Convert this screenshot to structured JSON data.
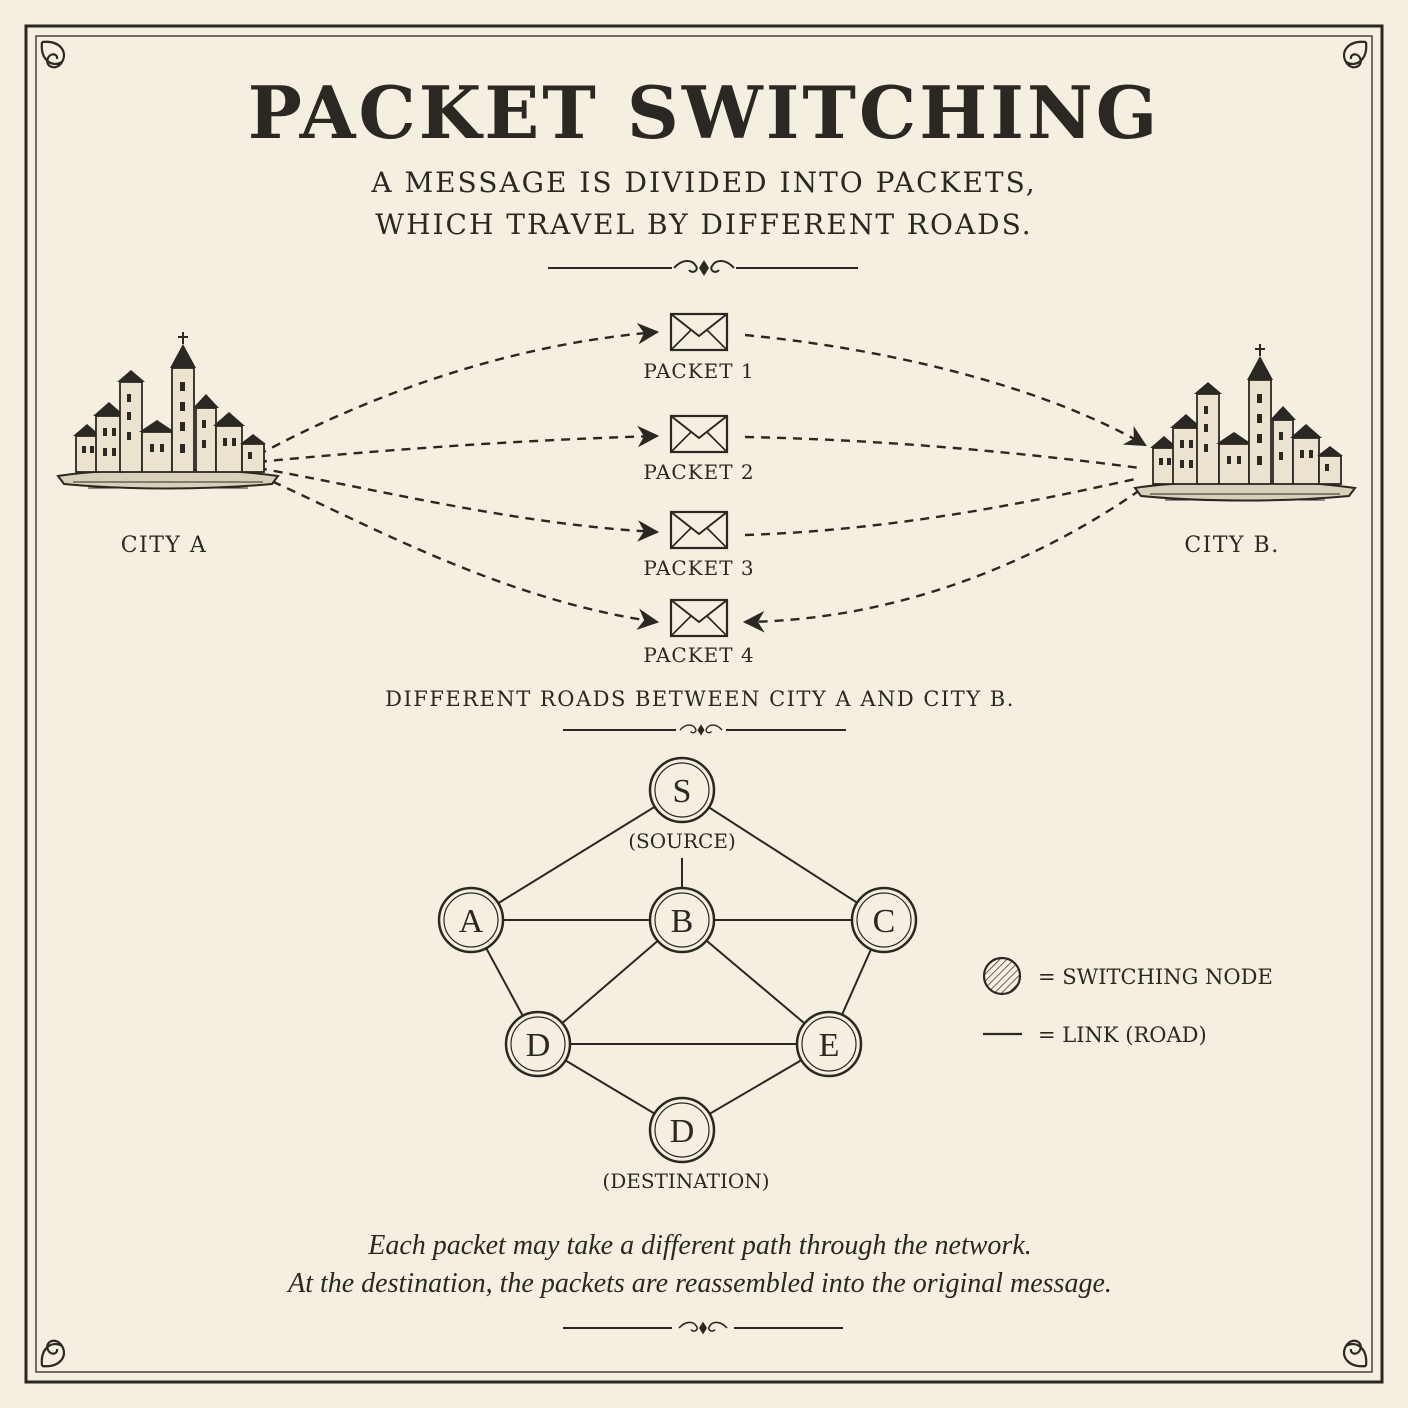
{
  "title": "PACKET SWITCHING",
  "subtitle_lines": [
    "A MESSAGE IS DIVIDED INTO PACKETS,",
    "WHICH TRAVEL BY DIFFERENT ROADS."
  ],
  "cities": {
    "a": "CITY A",
    "b": "CITY B."
  },
  "packets": [
    "PACKET 1",
    "PACKET 2",
    "PACKET 3",
    "PACKET 4"
  ],
  "roads_caption": "DIFFERENT ROADS BETWEEN CITY A AND CITY B.",
  "network": {
    "nodes": {
      "s": "S",
      "a": "A",
      "b": "B",
      "c": "C",
      "d_left": "D",
      "e": "E",
      "d_bottom": "D"
    },
    "source_label": "(SOURCE)",
    "destination_label": "(DESTINATION)",
    "links": [
      [
        "S",
        "A"
      ],
      [
        "S",
        "B"
      ],
      [
        "S",
        "C"
      ],
      [
        "A",
        "B"
      ],
      [
        "B",
        "C"
      ],
      [
        "A",
        "D"
      ],
      [
        "B",
        "D"
      ],
      [
        "B",
        "E"
      ],
      [
        "C",
        "E"
      ],
      [
        "D",
        "E"
      ],
      [
        "D",
        "D"
      ],
      [
        "E",
        "D"
      ]
    ]
  },
  "legend": {
    "node": "= SWITCHING NODE",
    "link": "= LINK (ROAD)"
  },
  "footer_lines": [
    "Each packet may take a different path through the network.",
    "At the destination, the packets are reassembled into the original message."
  ],
  "colors": {
    "paper": "#f4efe0",
    "ink": "#2b2722"
  },
  "icons": {
    "packet": "envelope-icon",
    "city": "city-skyline-icon",
    "node": "hatched-circle-icon",
    "ornament": "scroll-ornament-icon"
  }
}
